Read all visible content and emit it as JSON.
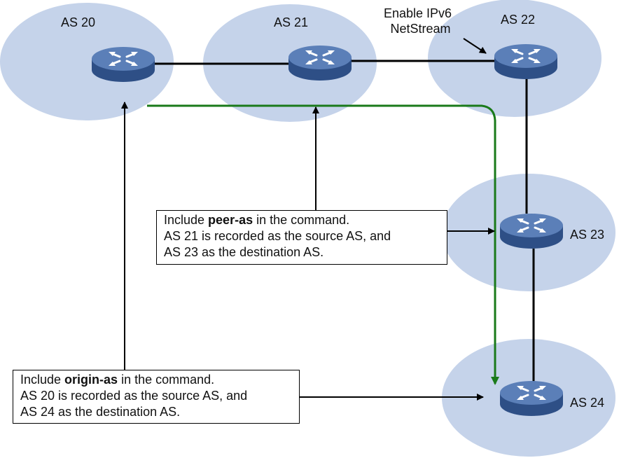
{
  "colors": {
    "as_zone": "#c5d3ea",
    "router_top": "#5b7fb8",
    "router_side": "#2e4f86",
    "link": "#000000",
    "flow": "#1a7a1a"
  },
  "as_zones": [
    {
      "id": "as20",
      "label": "AS 20"
    },
    {
      "id": "as21",
      "label": "AS 21"
    },
    {
      "id": "as22",
      "label": "AS 22"
    },
    {
      "id": "as23",
      "label": "AS 23"
    },
    {
      "id": "as24",
      "label": "AS 24"
    }
  ],
  "enable_note": {
    "line1": "Enable IPv6",
    "line2": "NetStream"
  },
  "callout_peer": {
    "line1_prefix": "Include ",
    "line1_keyword": "peer-as",
    "line1_suffix": " in the command.",
    "line2": "AS 21 is recorded as the source AS, and",
    "line3": "AS 23 as the destination AS."
  },
  "callout_origin": {
    "line1_prefix": "Include ",
    "line1_keyword": "origin-as",
    "line1_suffix": " in the command.",
    "line2": "AS 20 is recorded as the source AS, and",
    "line3": "AS 24 as the destination AS."
  },
  "icons": {
    "router": "router-icon"
  }
}
